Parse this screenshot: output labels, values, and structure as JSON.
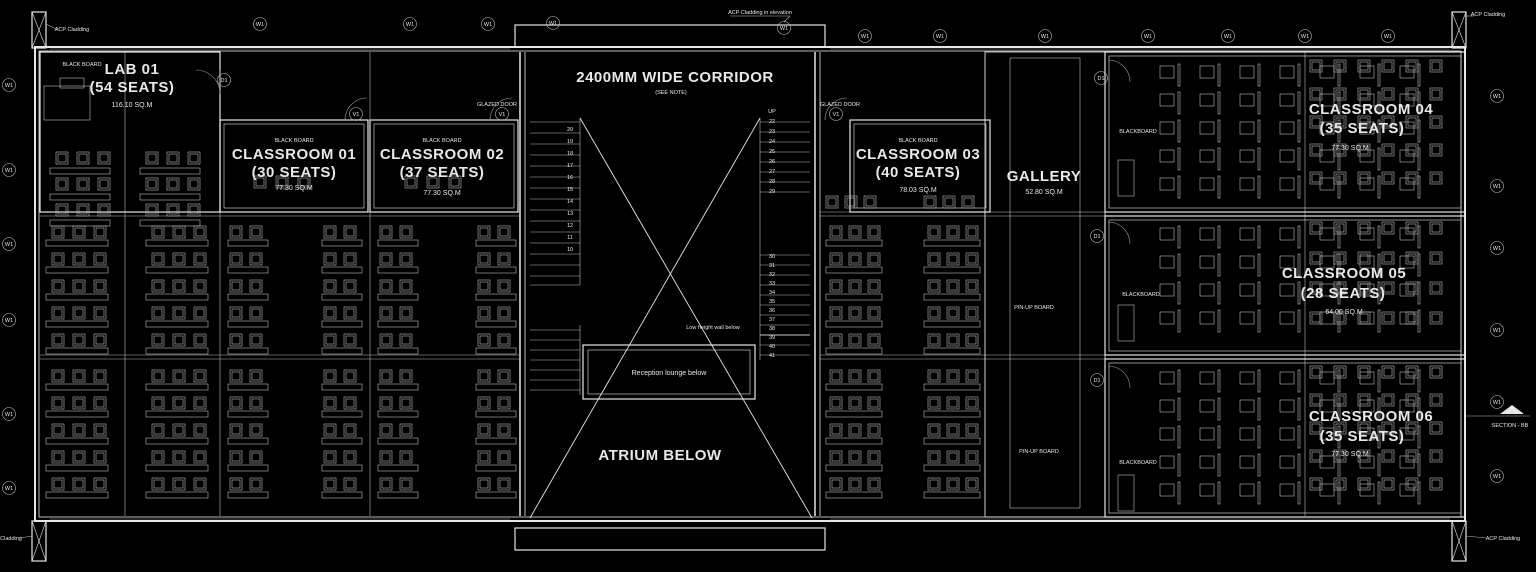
{
  "plan": {
    "rooms": [
      {
        "id": "lab01",
        "name": "LAB 01",
        "seats": "(54 SEATS)",
        "area": "116.10 SQ.M"
      },
      {
        "id": "classroom01",
        "name": "CLASSROOM 01",
        "seats": "(30 SEATS)",
        "area": "77.30 SQ.M"
      },
      {
        "id": "classroom02",
        "name": "CLASSROOM 02",
        "seats": "(37 SEATS)",
        "area": "77.30 SQ.M"
      },
      {
        "id": "classroom03",
        "name": "CLASSROOM 03",
        "seats": "(40 SEATS)",
        "area": "78.03 SQ.M"
      },
      {
        "id": "gallery",
        "name": "GALLERY",
        "area": "52.80 SQ.M"
      },
      {
        "id": "classroom04",
        "name": "CLASSROOM 04",
        "seats": "(35 SEATS)",
        "area": "77.30 SQ.M"
      },
      {
        "id": "classroom05",
        "name": "CLASSROOM 05",
        "seats": "(28 SEATS)",
        "area": "64.00 SQ.M"
      },
      {
        "id": "classroom06",
        "name": "CLASSROOM 06",
        "seats": "(35 SEATS)",
        "area": "77.30 SQ.M"
      }
    ],
    "corridor": {
      "title": "2400MM WIDE CORRIDOR",
      "subtitle": "(SEE NOTE)"
    },
    "atrium": "ATRIUM BELOW",
    "reception": "Reception lounge below",
    "low_wall": "Low height wall below",
    "cladding": {
      "top_center": "ACP Cladding in elevation",
      "top_left": "ACP Cladding",
      "top_right": "ACP Cladding",
      "bottom_right": "ACP Cladding",
      "bottom_left": "Cladding"
    },
    "labels": {
      "black_board": "BLACK BOARD",
      "blackboard": "BLACKBOARD",
      "pin_up": "PIN-UP BOARD",
      "glazed_door": "GLAZED DOOR",
      "section": "SECTION - BB"
    },
    "tags": {
      "window": "W1",
      "door": "D1",
      "ventilator": "V1"
    },
    "stair_numbers_left": [
      "20",
      "19",
      "18",
      "17",
      "16",
      "15",
      "14",
      "13",
      "12",
      "11",
      "10"
    ],
    "stair_numbers_right": [
      "UP",
      "22",
      "23",
      "24",
      "25",
      "26",
      "27",
      "28",
      "29",
      "30",
      "31",
      "32",
      "33",
      "34",
      "35",
      "36",
      "37",
      "38",
      "39",
      "40",
      "41"
    ]
  }
}
